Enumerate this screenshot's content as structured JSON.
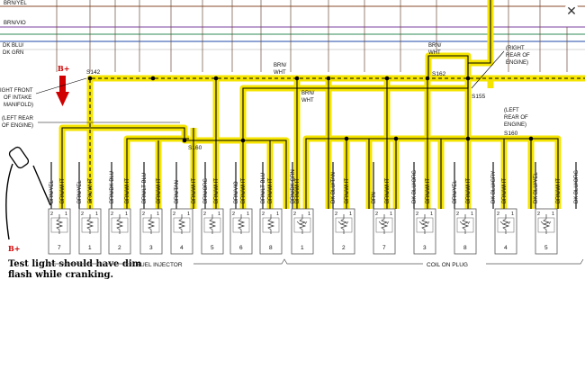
{
  "ui": {
    "close_glyph": "✕",
    "close_icon": "close-icon"
  },
  "top_wires": {
    "brn_yel": "BRN/YEL",
    "brn_vio": "BRN/VIO",
    "dk_blu_grn": [
      "DK BLU/",
      "DK GRN"
    ]
  },
  "splices": {
    "s142": "S142",
    "s162": "S162",
    "s155": "S155",
    "s160_left": "S160",
    "s160_right": "S160"
  },
  "labels": {
    "b_plus_top": "B+",
    "b_plus_bottom": "B+",
    "brn_wht_top": [
      "BRN/",
      "WHT"
    ],
    "brn_wht_mid": [
      "BRN/",
      "WHT"
    ],
    "brn_wht_right": [
      "BRN/",
      "WHT"
    ],
    "right_front": [
      "IGHT FRONT",
      "OF INTAKE",
      "MANIFOLD)"
    ],
    "left_rear": [
      "(LEFT REAR",
      "OF ENGINE)"
    ],
    "right_rear": [
      "(RIGHT",
      "REAR OF",
      "ENGINE)"
    ],
    "left_rear_2": [
      "(LEFT",
      "REAR OF",
      "ENGINE)"
    ]
  },
  "caption": [
    "Test light should have dim",
    "flash while cranking."
  ],
  "wire_labels": [
    "BRN/YEL",
    "BRN/WHT",
    "BRN/YEL",
    "BRN/WHT",
    "BRN/DK BLU",
    "BRN/WHT",
    "BRN/LT BLU",
    "BRN/WHT",
    "BRN/TAN",
    "BRN/WHT",
    "BRN/ORG",
    "BRN/WHT",
    "BRN/VIO",
    "BRN/WHT",
    "BRN/LT BLU",
    "BRN/WHT",
    "BRN/DK GRN",
    "BRN/WHT",
    "DK BLU/TAN",
    "BRN/WHT",
    "BRN",
    "BRN/WHT",
    "DK BLU/ORG",
    "BRN/WHT",
    "BRN/YEL",
    "BRN/WHT",
    "DK BLU/GRY",
    "BRN/WHT",
    "DK BLU/YEL",
    "BRN/WHT",
    "DK BLU/ORG"
  ],
  "components": {
    "injectors": [
      "7",
      "1",
      "2",
      "3",
      "4",
      "5",
      "6",
      "8"
    ],
    "coils": [
      "1",
      "2",
      "7",
      "3",
      "8",
      "4",
      "5"
    ],
    "pin_left": "2",
    "pin_right": "1"
  },
  "groups": {
    "fuel_injector": "FUEL INJECTOR",
    "coil_on_plug": "COIL ON PLUG"
  },
  "colors": {
    "highlight": "#f5e400",
    "wire": "#000000",
    "b_plus": "#d00000"
  }
}
